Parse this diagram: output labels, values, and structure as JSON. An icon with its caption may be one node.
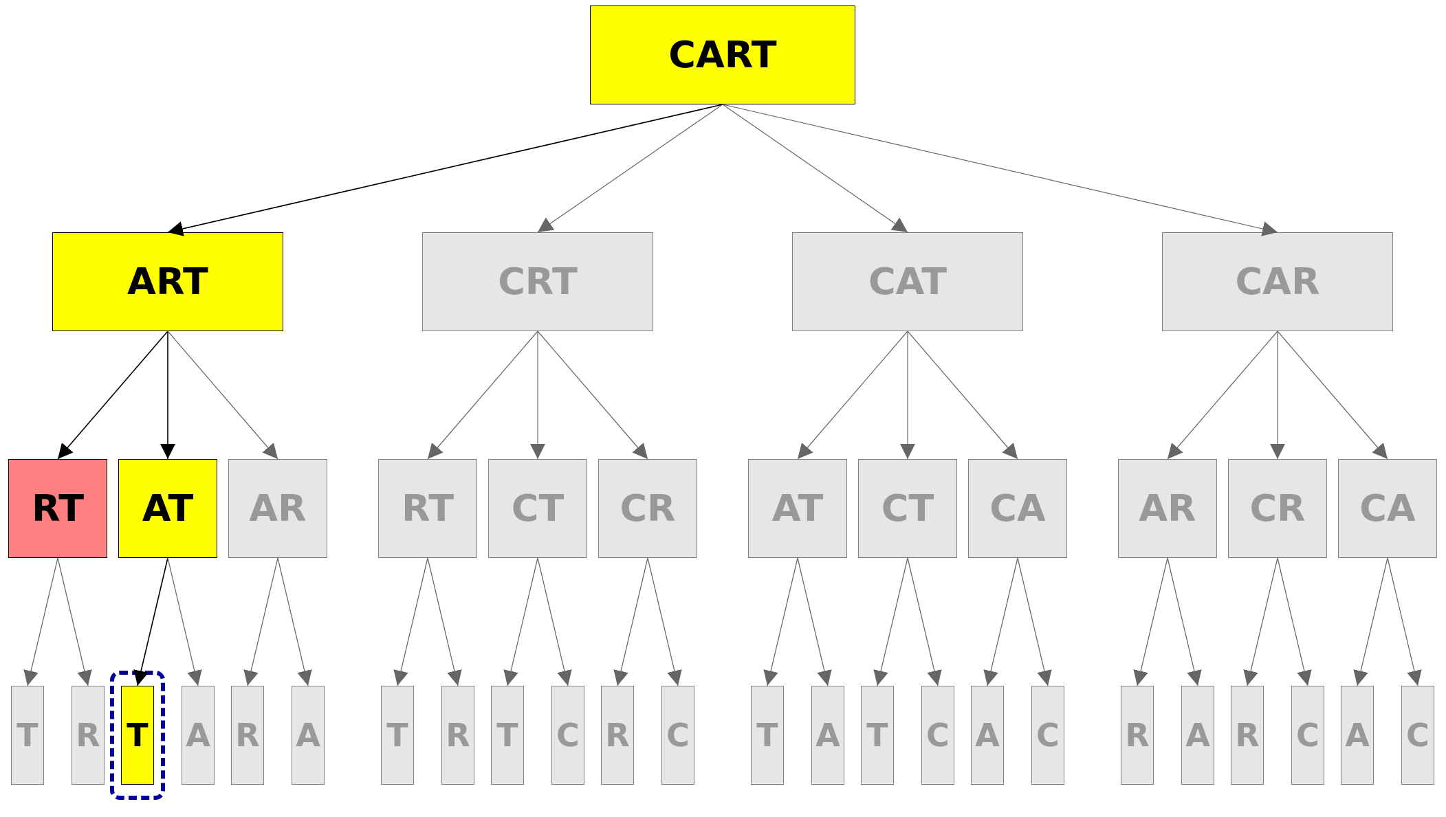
{
  "diagram": {
    "nodes": [
      {
        "text": [
          "CART"
        ]
      },
      {
        "text": [
          "ART"
        ]
      },
      {
        "text": [
          "CRT"
        ]
      },
      {
        "text": [
          "CAT"
        ]
      },
      {
        "text": [
          "CAR"
        ]
      },
      {
        "text": [
          "RT"
        ]
      },
      {
        "text": [
          "AT"
        ]
      },
      {
        "text": [
          "AR"
        ]
      },
      {
        "text": [
          "RT"
        ]
      },
      {
        "text": [
          "CT"
        ]
      },
      {
        "text": [
          "CR"
        ]
      },
      {
        "text": [
          "AT"
        ]
      },
      {
        "text": [
          "CT"
        ]
      },
      {
        "text": [
          "CA"
        ]
      },
      {
        "text": [
          "AR"
        ]
      },
      {
        "text": [
          "CR"
        ]
      },
      {
        "text": [
          "CA"
        ]
      },
      {
        "text": [
          "T"
        ]
      },
      {
        "text": [
          "R"
        ]
      },
      {
        "text": [
          "T"
        ]
      },
      {
        "text": [
          "A"
        ]
      },
      {
        "text": [
          "R"
        ]
      },
      {
        "text": [
          "A"
        ]
      },
      {
        "text": [
          "T"
        ]
      },
      {
        "text": [
          "R"
        ]
      },
      {
        "text": [
          "T"
        ]
      },
      {
        "text": [
          "C"
        ]
      },
      {
        "text": [
          "R"
        ]
      },
      {
        "text": [
          "C"
        ]
      },
      {
        "text": [
          "T"
        ]
      },
      {
        "text": [
          "A"
        ]
      },
      {
        "text": [
          "T"
        ]
      },
      {
        "text": [
          "C"
        ]
      },
      {
        "text": [
          "A"
        ]
      },
      {
        "text": [
          "C"
        ]
      },
      {
        "text": [
          "R"
        ]
      },
      {
        "text": [
          "A"
        ]
      },
      {
        "text": [
          "R"
        ]
      },
      {
        "text": [
          "C"
        ]
      },
      {
        "text": [
          "A"
        ]
      },
      {
        "text": [
          "C"
        ]
      }
    ],
    "edges": [
      {
        "from": 0,
        "to": 1,
        "arrow": "to",
        "color": "#000000"
      },
      {
        "from": 0,
        "to": 2,
        "arrow": "to"
      },
      {
        "from": 0,
        "to": 3,
        "arrow": "to"
      },
      {
        "from": 0,
        "to": 4,
        "arrow": "to"
      },
      {
        "from": 1,
        "to": 5,
        "arrow": "to",
        "color": "#000000"
      },
      {
        "from": 1,
        "to": 6,
        "arrow": "to",
        "color": "#000000"
      },
      {
        "from": 1,
        "to": 7,
        "arrow": "to"
      },
      {
        "from": 2,
        "to": 8,
        "arrow": "to"
      },
      {
        "from": 2,
        "to": 9,
        "arrow": "to"
      },
      {
        "from": 2,
        "to": 10,
        "arrow": "to"
      },
      {
        "from": 3,
        "to": 11,
        "arrow": "to"
      },
      {
        "from": 3,
        "to": 12,
        "arrow": "to"
      },
      {
        "from": 3,
        "to": 13,
        "arrow": "to"
      },
      {
        "from": 4,
        "to": 14,
        "arrow": "to"
      },
      {
        "from": 4,
        "to": 15,
        "arrow": "to"
      },
      {
        "from": 4,
        "to": 16,
        "arrow": "to"
      },
      {
        "from": 5,
        "to": 17,
        "arrow": "to"
      },
      {
        "from": 5,
        "to": 18,
        "arrow": "to"
      },
      {
        "from": 6,
        "to": 19,
        "arrow": "to",
        "color": "#000000"
      },
      {
        "from": 6,
        "to": 20,
        "arrow": "to"
      },
      {
        "from": 7,
        "to": 21,
        "arrow": "to"
      },
      {
        "from": 7,
        "to": 22,
        "arrow": "to"
      },
      {
        "from": 8,
        "to": 23,
        "arrow": "to"
      },
      {
        "from": 8,
        "to": 24,
        "arrow": "to"
      },
      {
        "from": 9,
        "to": 25,
        "arrow": "to"
      },
      {
        "from": 9,
        "to": 26,
        "arrow": "to"
      },
      {
        "from": 10,
        "to": 27,
        "arrow": "to"
      },
      {
        "from": 10,
        "to": 28,
        "arrow": "to"
      },
      {
        "from": 11,
        "to": 29,
        "arrow": "to"
      },
      {
        "from": 11,
        "to": 30,
        "arrow": "to"
      },
      {
        "from": 12,
        "to": 31,
        "arrow": "to"
      },
      {
        "from": 12,
        "to": 32,
        "arrow": "to"
      },
      {
        "from": 13,
        "to": 33,
        "arrow": "to"
      },
      {
        "from": 13,
        "to": 34,
        "arrow": "to"
      },
      {
        "from": 14,
        "to": 35,
        "arrow": "to"
      },
      {
        "from": 14,
        "to": 36,
        "arrow": "to"
      },
      {
        "from": 15,
        "to": 37,
        "arrow": "to"
      },
      {
        "from": 15,
        "to": 38,
        "arrow": "to"
      },
      {
        "from": 16,
        "to": 39,
        "arrow": "to"
      },
      {
        "from": 16,
        "to": 40,
        "arrow": "to"
      }
    ]
  }
}
